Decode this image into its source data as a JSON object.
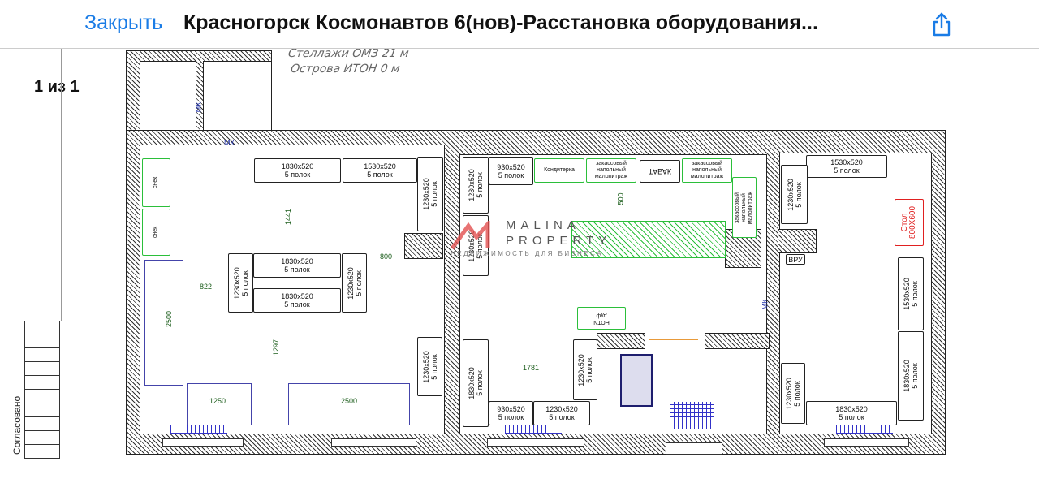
{
  "header": {
    "close_label": "Закрыть",
    "title": "Красногорск Космонавтов 6(нов)-Расстановка оборудования...",
    "share_icon": "share-icon"
  },
  "pager": {
    "label": "1 из 1"
  },
  "notes": [
    "Стеллажи ОМЗ 21 м",
    "Острова ИТОН 0 м"
  ],
  "stamp_label": "Согласовано",
  "watermark": {
    "title1": "MALINA",
    "title2": "PROPERTY",
    "subtitle": "НЕДВИЖИМОСТЬ ДЛЯ БИЗНЕСА"
  },
  "fixtures": [
    {
      "label": "1830x520\n5 полок",
      "kind": "shelf"
    },
    {
      "label": "1530x520\n5 полок",
      "kind": "shelf"
    },
    {
      "label": "1230x520\n5 полок",
      "kind": "shelf"
    },
    {
      "label": "снек",
      "kind": "green"
    },
    {
      "label": "снек",
      "kind": "green"
    },
    {
      "label": "1830x520\n5 полок",
      "kind": "shelf"
    },
    {
      "label": "1830x520\n5 полок",
      "kind": "shelf"
    },
    {
      "label": "1230x520\n5 полок",
      "kind": "shelf"
    },
    {
      "label": "1230x520\n5 полок",
      "kind": "shelf"
    },
    {
      "label": "1230x520\n5 полок",
      "kind": "shelf"
    },
    {
      "label": "1230x520\n5 полок",
      "kind": "shelf"
    },
    {
      "label": "1230x520\n5 полок",
      "kind": "shelf"
    },
    {
      "label": "930x520\n5 полок",
      "kind": "shelf"
    },
    {
      "label": "Кондитерка",
      "kind": "green"
    },
    {
      "label": "закассовый\nнапольный\nмалолитраж",
      "kind": "green"
    },
    {
      "label": "ТАБАК",
      "kind": "shelf"
    },
    {
      "label": "закассовый\nнапольный\nмалолитраж",
      "kind": "green"
    },
    {
      "label": "закассовый\nнапольный\nмалолитраж",
      "kind": "green"
    },
    {
      "label": "ИТОН\nфуд",
      "kind": "green"
    },
    {
      "label": "1830x520\n5 полок",
      "kind": "shelf"
    },
    {
      "label": "930x520\n5 полок",
      "kind": "shelf"
    },
    {
      "label": "1230x520\n5 полок",
      "kind": "shelf"
    },
    {
      "label": "1230x520\n5 полок",
      "kind": "shelf"
    },
    {
      "label": "1530x520\n5 полок",
      "kind": "shelf"
    },
    {
      "label": "1230x520\n5 полок",
      "kind": "shelf"
    },
    {
      "label": "ВРУ",
      "kind": "shelf"
    },
    {
      "label": "Стол\n800Х600",
      "kind": "red"
    },
    {
      "label": "1530x520\n5 полок",
      "kind": "shelf"
    },
    {
      "label": "1830x520\n5 полок",
      "kind": "shelf"
    },
    {
      "label": "1230x520\n5 полок",
      "kind": "shelf"
    },
    {
      "label": "1830x520\n5 полок",
      "kind": "shelf"
    }
  ],
  "dimensions": [
    "1441",
    "800",
    "822",
    "2500",
    "1297",
    "1250",
    "2500",
    "500",
    "1781",
    "МК",
    "МК",
    "МК"
  ]
}
